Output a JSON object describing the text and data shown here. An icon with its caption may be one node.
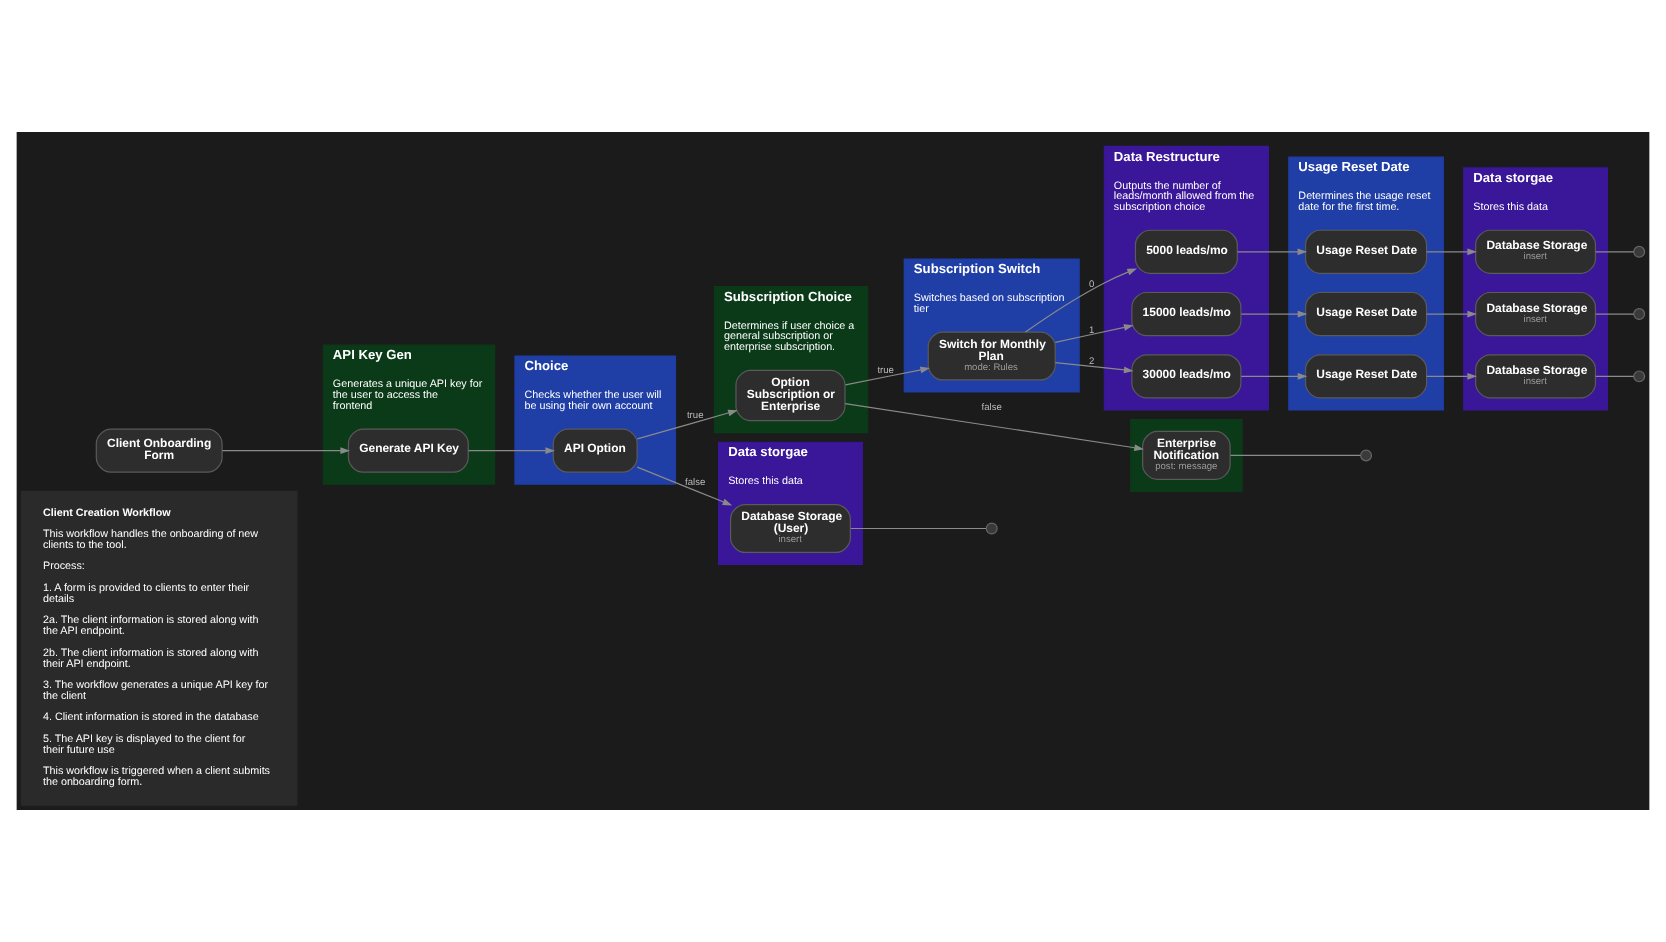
{
  "diagram": {
    "nodes": [
      {
        "text": [
          "Client Creation Workflow",
          "This workflow handles the onboarding of new clients to the tool.",
          "Process:",
          "1. A form is provided to clients to enter their details",
          "2a. The client information is stored along with the API endpoint.",
          "2b. The client information is stored along with their API endpoint.",
          "3. The workflow generates a unique API key for the client",
          "4. Client information is stored in the database",
          "5. The API key is displayed to the client for their future use",
          "This workflow is triggered when a client submits the onboarding form."
        ]
      },
      {
        "text": [
          "Client Onboarding Form"
        ]
      },
      {
        "text": [
          "API Key Gen",
          "Generates a unique API key for the user to access the frontend"
        ]
      },
      {
        "text": [
          "Generate API Key"
        ],
        "in": 2
      },
      {
        "text": [
          "Choice",
          "Checks whether the user will be using their own account"
        ]
      },
      {
        "text": [
          "API Option"
        ],
        "in": 4
      },
      {
        "text": [
          "Subscription Choice",
          "Determines if user choice a general subscription or enterprise subscription."
        ]
      },
      {
        "text": [
          "Option Subscription or Enterprise"
        ],
        "in": 6
      },
      {
        "text": [
          "Data storgae",
          "Stores this data"
        ]
      },
      {
        "text": [
          "Database Storage (User)",
          "insert"
        ],
        "in": 8
      },
      {
        "text": [
          "Subscription Switch",
          "Switches based on subscription tier"
        ]
      },
      {
        "text": [
          "Switch for Monthly Plan",
          "mode: Rules"
        ],
        "in": 10
      },
      {
        "text": [
          "Data Restructure",
          "Outputs the number of leads/month allowed from the subscription choice"
        ]
      },
      {
        "text": [
          "5000 leads/mo"
        ],
        "in": 12
      },
      {
        "text": [
          "15000 leads/mo"
        ],
        "in": 12
      },
      {
        "text": [
          "30000 leads/mo"
        ],
        "in": 12
      },
      {
        "text": [
          "Usage Reset Date",
          "Determines the usage reset date for the first time."
        ]
      },
      {
        "text": [
          "Usage Reset Date"
        ],
        "in": 16
      },
      {
        "text": [
          "Usage Reset Date"
        ],
        "in": 16
      },
      {
        "text": [
          "Usage Reset Date"
        ],
        "in": 16
      },
      {
        "text": [
          "Data storgae",
          "Stores this data"
        ]
      },
      {
        "text": [
          "Database Storage",
          "insert"
        ],
        "in": 20
      },
      {
        "text": [
          "Database Storage",
          "insert"
        ],
        "in": 20
      },
      {
        "text": [
          "Database Storage",
          "insert"
        ],
        "in": 20
      },
      {
        "text": [],
        "shape": "box"
      },
      {
        "text": [
          "Enterprise Notification",
          "post: message"
        ],
        "in": 24
      }
    ],
    "edges": [
      {
        "from": 1,
        "to": 3,
        "arrow": "to"
      },
      {
        "from": 3,
        "to": 5,
        "arrow": "to"
      },
      {
        "from": 5,
        "to": 7,
        "arrow": "to",
        "label": "true"
      },
      {
        "from": 5,
        "to": 9,
        "arrow": "to",
        "label": "false"
      },
      {
        "from": 7,
        "to": 11,
        "arrow": "to",
        "label": "true"
      },
      {
        "from": 7,
        "to": 25,
        "arrow": "to",
        "label": "false"
      },
      {
        "from": 11,
        "to": 13,
        "arrow": "to",
        "label": "0"
      },
      {
        "from": 11,
        "to": 14,
        "arrow": "to",
        "label": "1"
      },
      {
        "from": 11,
        "to": 15,
        "arrow": "to",
        "label": "2"
      },
      {
        "from": 13,
        "to": 17,
        "arrow": "to"
      },
      {
        "from": 17,
        "to": 21,
        "arrow": "to"
      },
      {
        "from": 14,
        "to": 18,
        "arrow": "to"
      },
      {
        "from": 18,
        "to": 22,
        "arrow": "to"
      },
      {
        "from": 15,
        "to": 19,
        "arrow": "to"
      },
      {
        "from": 19,
        "to": 23,
        "arrow": "to"
      },
      {
        "from": 9,
        "to": null,
        "arrow": "none"
      },
      {
        "from": 21,
        "to": null,
        "arrow": "none"
      },
      {
        "from": 22,
        "to": null,
        "arrow": "none"
      },
      {
        "from": 23,
        "to": null,
        "arrow": "none"
      },
      {
        "from": 25,
        "to": null,
        "arrow": "none"
      }
    ]
  }
}
